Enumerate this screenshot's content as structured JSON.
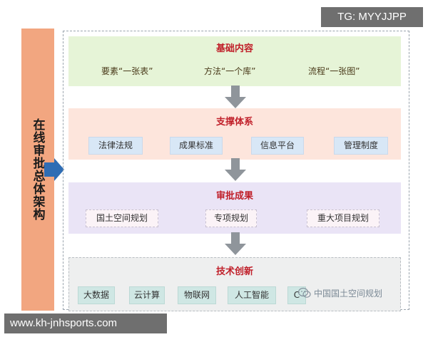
{
  "side": {
    "title": "在线审批总体架构"
  },
  "band1": {
    "title": "基础内容",
    "items": [
      "要素“一张表”",
      "方法“一个库”",
      "流程“一张图”"
    ]
  },
  "band2": {
    "title": "支撑体系",
    "items": [
      "法律法规",
      "成果标准",
      "信息平台",
      "管理制度"
    ]
  },
  "band3": {
    "title": "审批成果",
    "items": [
      "国土空间规划",
      "专项规划",
      "重大项目规划"
    ]
  },
  "band4": {
    "title": "技术创新",
    "items": [
      "大数据",
      "云计算",
      "物联网",
      "人工智能",
      "C"
    ]
  },
  "overlay": {
    "top_right": "TG: MYYJJPP",
    "bottom_left": "www.kh-jnhsports.com",
    "watermark": "中国国土空间规划"
  },
  "colors": {
    "side_bar": "#f2a680",
    "arrow_blue": "#2f6db4",
    "arrow_gray": "#8f959b",
    "title_red": "#c0202a"
  },
  "icons": {
    "side_arrow": "right-arrow-icon",
    "flow_arrow": "down-arrow-icon",
    "watermark": "wechat-logo-icon"
  }
}
